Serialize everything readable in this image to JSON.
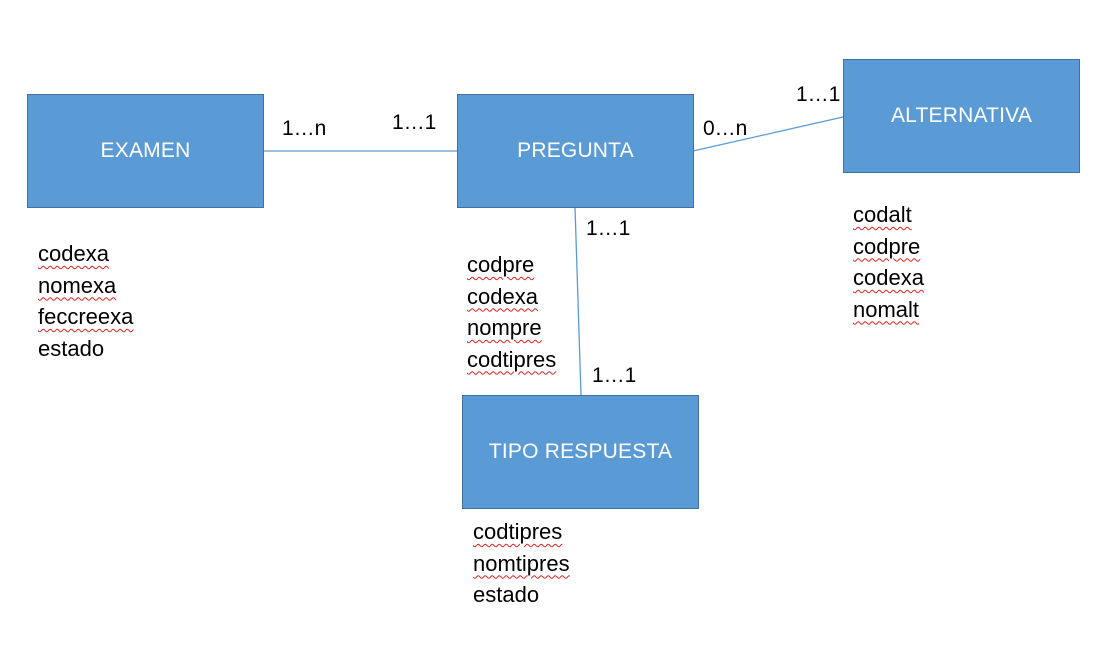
{
  "colors": {
    "entity_fill": "#5b9bd5",
    "entity_border": "#41719c",
    "entity_text": "#ffffff",
    "connector": "#5b9bd5",
    "spellcheck_underline": "#e02020"
  },
  "entities": {
    "examen": {
      "label": "EXAMEN",
      "attributes": [
        "codexa",
        "nomexa",
        "feccreexa",
        "estado"
      ]
    },
    "pregunta": {
      "label": "PREGUNTA",
      "attributes": [
        "codpre",
        "codexa",
        "nompre",
        "codtipres"
      ]
    },
    "alternativa": {
      "label": "ALTERNATIVA",
      "attributes": [
        "codalt",
        "codpre",
        "codexa",
        "nomalt"
      ]
    },
    "tipo_respuesta": {
      "label": "TIPO RESPUESTA",
      "attributes": [
        "codtipres",
        "nomtipres",
        "estado"
      ]
    }
  },
  "relationships": {
    "examen_pregunta": {
      "examen_side": "1…n",
      "pregunta_side": "1…1"
    },
    "pregunta_alternativa": {
      "pregunta_side": "0…n",
      "alternativa_side": "1…1"
    },
    "pregunta_tipo_respuesta": {
      "pregunta_side": "1…1",
      "tipo_respuesta_side": "1…1"
    }
  }
}
